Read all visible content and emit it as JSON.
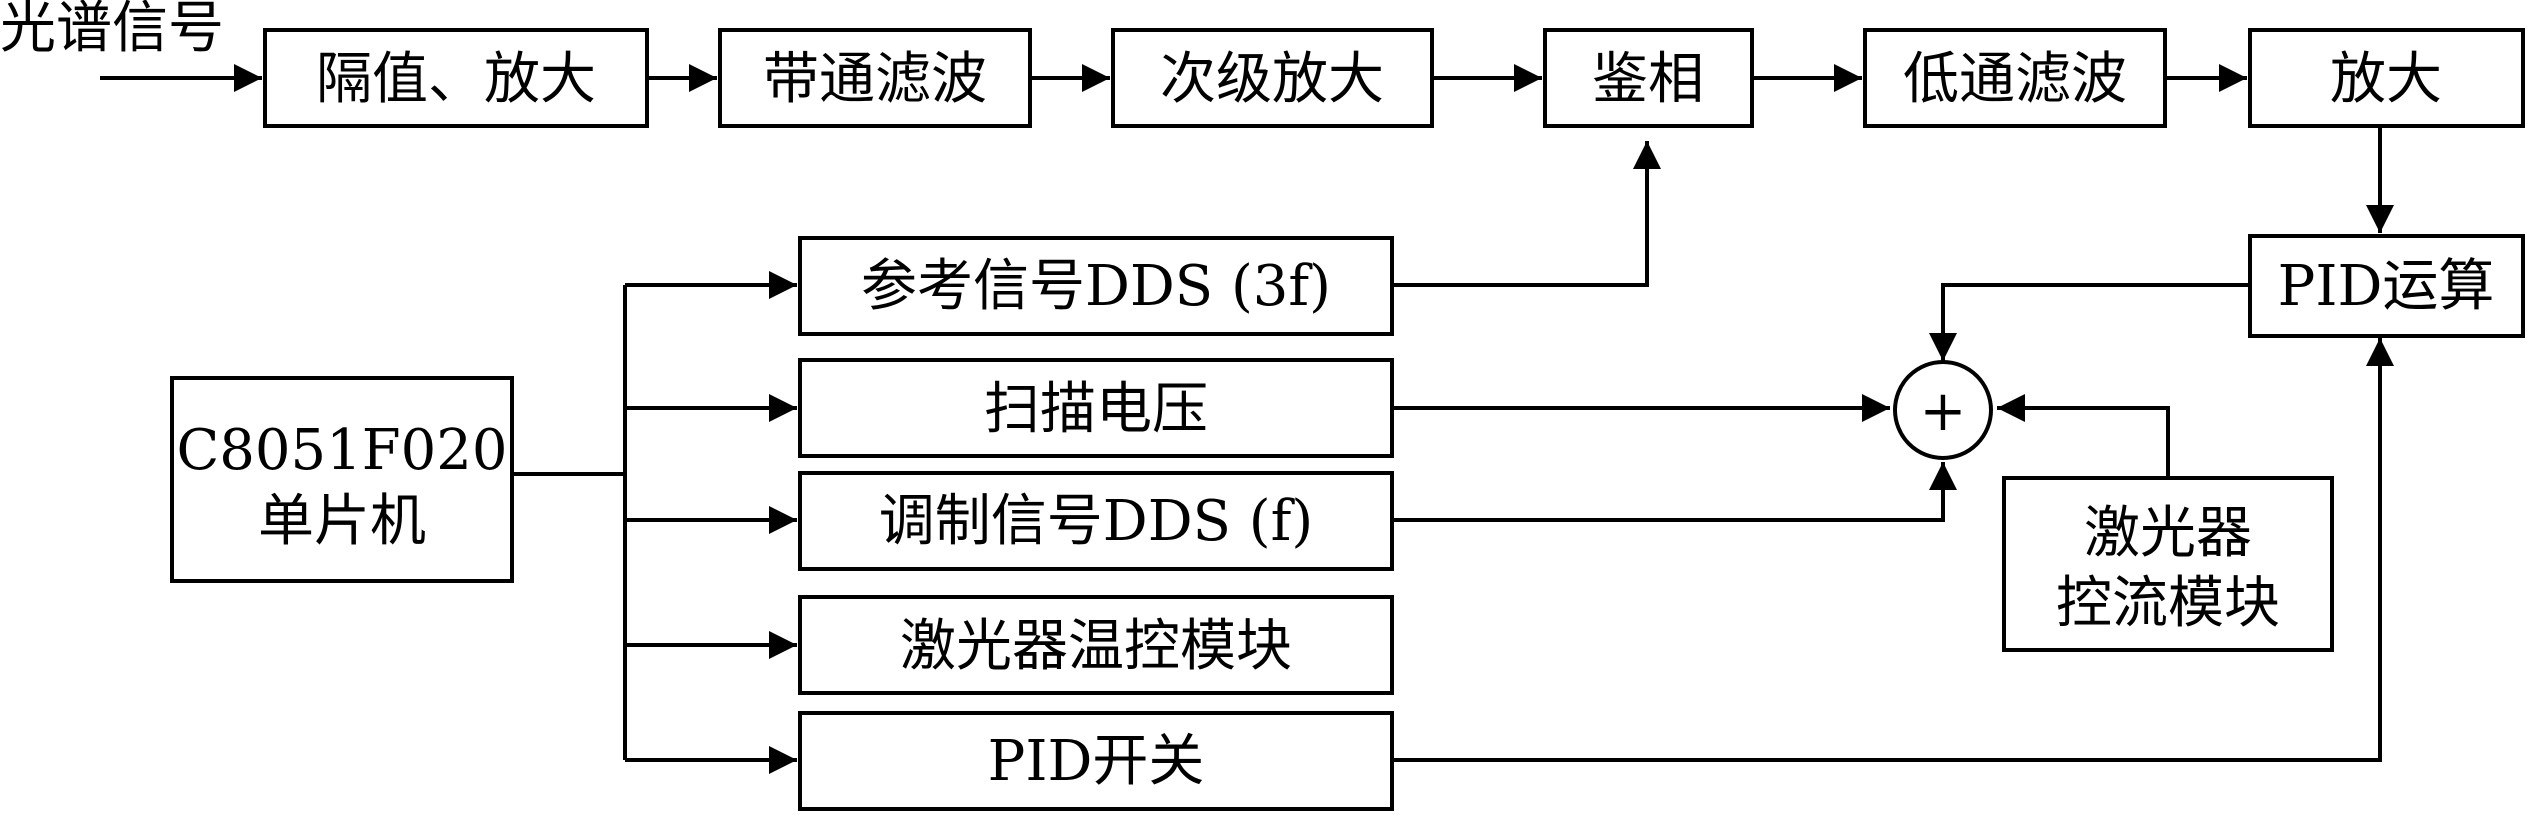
{
  "nodes": {
    "input": "光谱信号",
    "blocking_amp": "隔值、放大",
    "bandpass": "带通滤波",
    "secondary_amp": "次级放大",
    "phase_detect": "鉴相",
    "lowpass": "低通滤波",
    "amplify": "放大",
    "pid_calc": "PID运算",
    "mcu_line1": "C8051F020",
    "mcu_line2": "单片机",
    "ref_dds": "参考信号DDS (3f)",
    "scan_voltage": "扫描电压",
    "mod_dds": "调制信号DDS (f)",
    "temp_ctrl": "激光器温控模块",
    "pid_switch": "PID开关",
    "current_ctrl_line1": "激光器",
    "current_ctrl_line2": "控流模块",
    "summer": "+"
  },
  "colors": {
    "ink": "#000000",
    "background": "#ffffff"
  }
}
